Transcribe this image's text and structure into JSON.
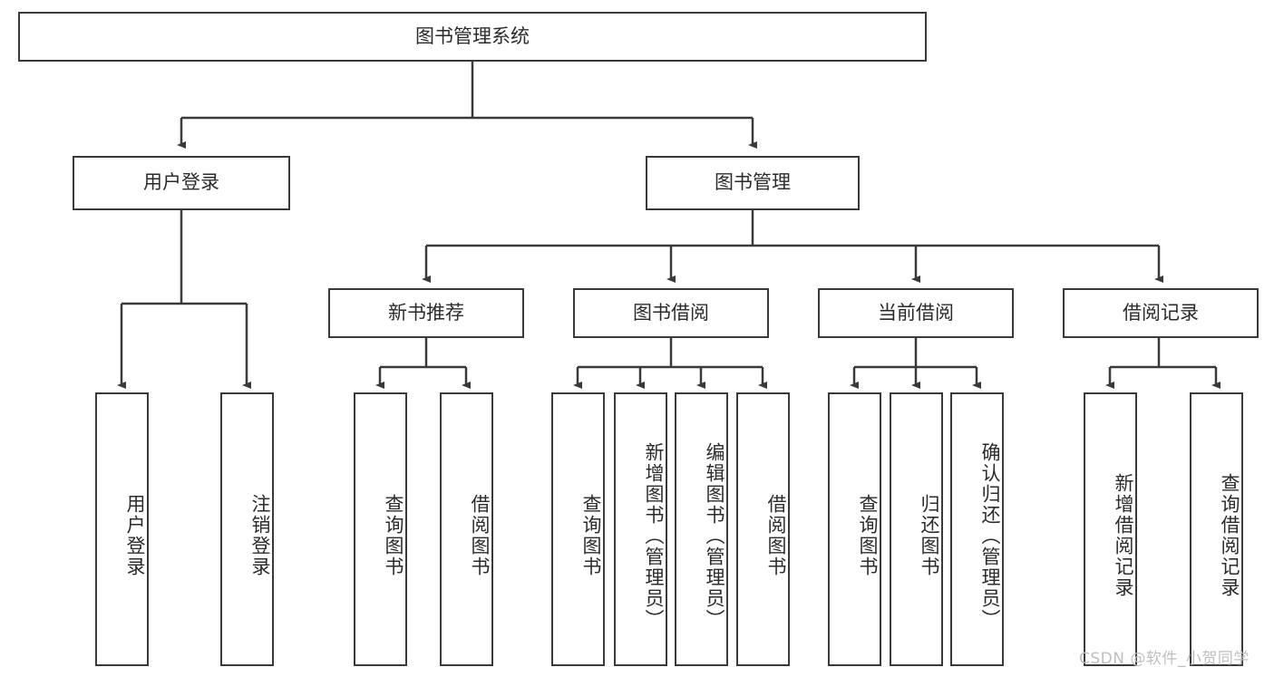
{
  "diagram": {
    "title": "图书管理系统",
    "watermark": "CSDN @软件_小贺同学",
    "colors": {
      "stroke": "#3a3a3a",
      "fill": "#ffffff",
      "text": "#2b2b2b",
      "watermark": "#bfbfbf"
    },
    "nodes": {
      "root": "图书管理系统",
      "user_login": "用户登录",
      "book_manage": "图书管理",
      "new_book_rec": "新书推荐",
      "book_borrow": "图书借阅",
      "current_borrow": "当前借阅",
      "borrow_record": "借阅记录",
      "leaf_user_login": "用户登录",
      "leaf_logout": "注销登录",
      "leaf_query_book_a": "查询图书",
      "leaf_borrow_book_a": "借阅图书",
      "leaf_query_book_b": "查询图书",
      "leaf_add_book_admin": "新增图书（管理员）",
      "leaf_edit_book_admin": "编辑图书（管理员）",
      "leaf_borrow_book_b": "借阅图书",
      "leaf_query_book_c": "查询图书",
      "leaf_return_book": "归还图书",
      "leaf_confirm_return_admin": "确认归还（管理员）",
      "leaf_add_record": "新增借阅记录",
      "leaf_query_record": "查询借阅记录"
    }
  }
}
